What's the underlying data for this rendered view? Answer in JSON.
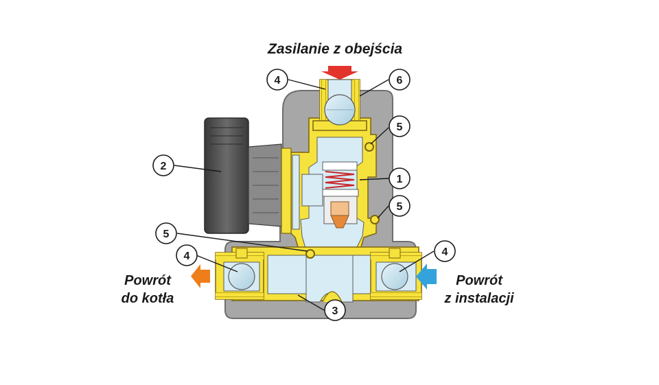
{
  "labels": {
    "top": "Zasilanie z obejścia",
    "left_line1": "Powrót",
    "left_line2": "do kotła",
    "right_line1": "Powrót",
    "right_line2": "z instalacji"
  },
  "callouts": [
    {
      "id": "c4a",
      "text": "4"
    },
    {
      "id": "c6",
      "text": "6"
    },
    {
      "id": "c5a",
      "text": "5"
    },
    {
      "id": "c2",
      "text": "2"
    },
    {
      "id": "c1",
      "text": "1"
    },
    {
      "id": "c5b",
      "text": "5"
    },
    {
      "id": "c5c",
      "text": "5"
    },
    {
      "id": "c4b",
      "text": "4"
    },
    {
      "id": "c4c",
      "text": "4"
    },
    {
      "id": "c3",
      "text": "3"
    }
  ],
  "colors": {
    "housing_gray": "#a7a7a7",
    "housing_edge": "#6e6e6e",
    "brass": "#f6e23c",
    "brass_dark": "#c9a812",
    "inner": "#d7ecf5",
    "pump_dark": "#4d4d4d",
    "arrow_red": "#e2342b",
    "arrow_orange": "#ef7d1a",
    "arrow_blue": "#34a3dc"
  }
}
